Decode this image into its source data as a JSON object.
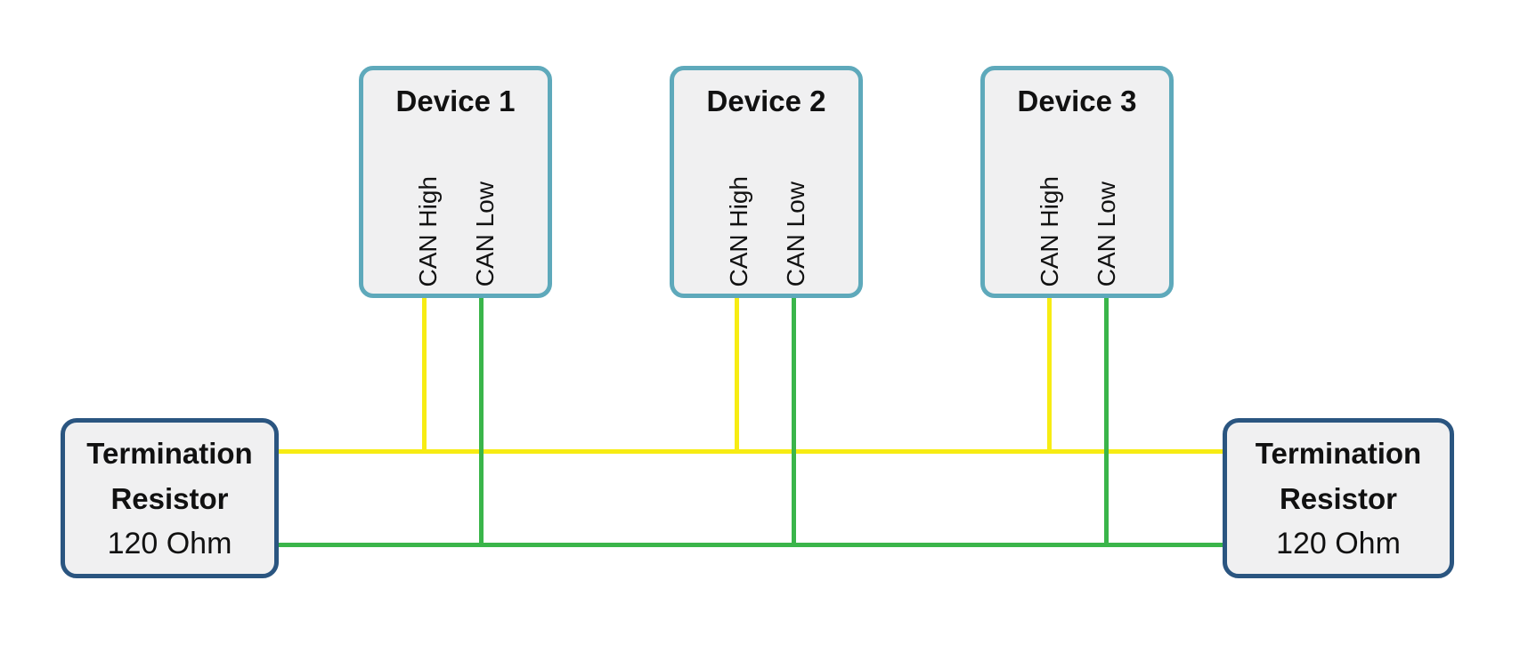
{
  "diagram": {
    "type": "can-bus-wiring-diagram",
    "devices": [
      {
        "title": "Device 1",
        "pins": [
          "CAN High",
          "CAN Low"
        ]
      },
      {
        "title": "Device 2",
        "pins": [
          "CAN High",
          "CAN Low"
        ]
      },
      {
        "title": "Device 3",
        "pins": [
          "CAN High",
          "CAN Low"
        ]
      }
    ],
    "terminators": {
      "left": {
        "lines": [
          "Termination",
          "Resistor",
          "120 Ohm"
        ]
      },
      "right": {
        "lines": [
          "Termination",
          "Resistor",
          "120 Ohm"
        ]
      }
    },
    "wires": {
      "can_high": {
        "label": "CAN High",
        "color": "#f7ec13"
      },
      "can_low": {
        "label": "CAN Low",
        "color": "#3ab54a"
      }
    },
    "colors": {
      "can_high_wire": "#f7ec13",
      "can_low_wire": "#3ab54a",
      "device_border": "#5ea9bb",
      "terminator_border": "#2a5580",
      "box_fill": "#f0f0f1",
      "text": "#111111",
      "background": "#ffffff"
    }
  }
}
